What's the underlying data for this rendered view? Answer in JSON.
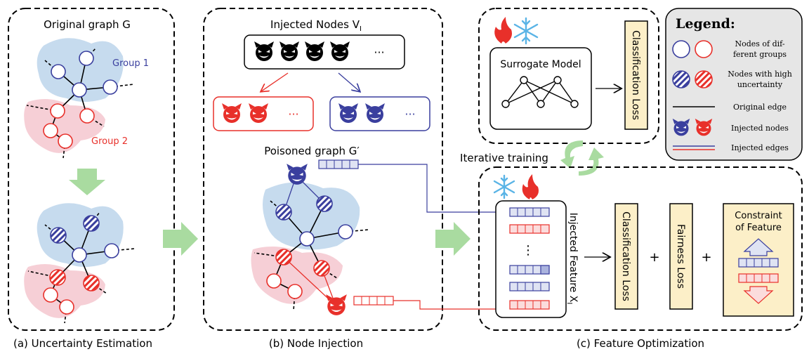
{
  "panel_a": {
    "title": "Original graph G",
    "group1": "Group 1",
    "group2": "Group 2",
    "caption": "(a) Uncertainty Estimation"
  },
  "panel_b": {
    "injected_nodes_prefix": "Injected Nodes V",
    "injected_nodes_sub": "I",
    "ellipsis": "···",
    "poisoned_title": "Poisoned graph G′",
    "caption": "(b) Node Injection"
  },
  "panel_c": {
    "surrogate_model": "Surrogate Model",
    "classification_loss": "Classification Loss",
    "iterative_training": "Iterative training",
    "injected_feature_prefix": "Injected Feature X",
    "injected_feature_sub": "I",
    "vertical_dots": "⋮",
    "fairness_loss": "Fairness Loss",
    "constraint_line1": "Constraint",
    "constraint_line2": "of Feature",
    "plus": "+",
    "caption": "(c) Feature Optimization"
  },
  "legend": {
    "title": "Legend:",
    "items": [
      {
        "line1": "Nodes of  dif-",
        "line2": "ferent groups"
      },
      {
        "line1": "Nodes with high",
        "line2": "uncertainty"
      },
      {
        "line1": "Original edge",
        "line2": ""
      },
      {
        "line1": "Injected nodes",
        "line2": ""
      },
      {
        "line1": "Injected edges",
        "line2": ""
      }
    ]
  },
  "colors": {
    "blue": "#3a3f9e",
    "red": "#e8302a",
    "blue_region": "#c6dbee",
    "red_region": "#f6cfd6",
    "arrow_green": "#a9dba0",
    "loss_fill": "#fcefc8",
    "legend_fill": "#e6e6e6",
    "devil_black": "#000000"
  }
}
